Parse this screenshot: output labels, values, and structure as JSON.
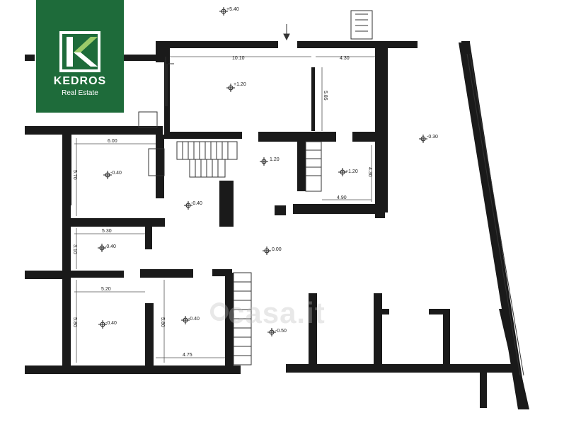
{
  "logo": {
    "brand": "KEDROS",
    "subtitle": "Real Estate",
    "background_color": "#1e6b3a",
    "icon": "k-monogram-icon"
  },
  "watermark": {
    "text": "casa.it",
    "icon": "casa-logo-icon"
  },
  "dimensions": {
    "top_width_left": "10.10",
    "top_width_right": "4.30",
    "vertical_center": "5.85",
    "room_left_width": "6.00",
    "room_left_height": "5.70",
    "room_middle_width": "5.30",
    "room_middle_height": "3.10",
    "room_bottom_left_width": "5.20",
    "room_bottom_left_height": "5.80",
    "room_bottom_mid_height": "5.80",
    "room_bottom_mid_width": "4.75",
    "room_right_width": "4.90",
    "room_right_height": "4.30"
  },
  "elevations": {
    "top_outside": "+5.40",
    "main_hall": "+1.20",
    "stair_landing": "1.20",
    "right_room": "+1.20",
    "courtyard": "-0.30",
    "left_room": "-0.40",
    "corridor": "-0.40",
    "middle_room": "-0.40",
    "central": "0.00",
    "bottom_left_room": "-0.40",
    "bottom_mid_room": "-0.40",
    "bottom_court": "-0.50"
  }
}
